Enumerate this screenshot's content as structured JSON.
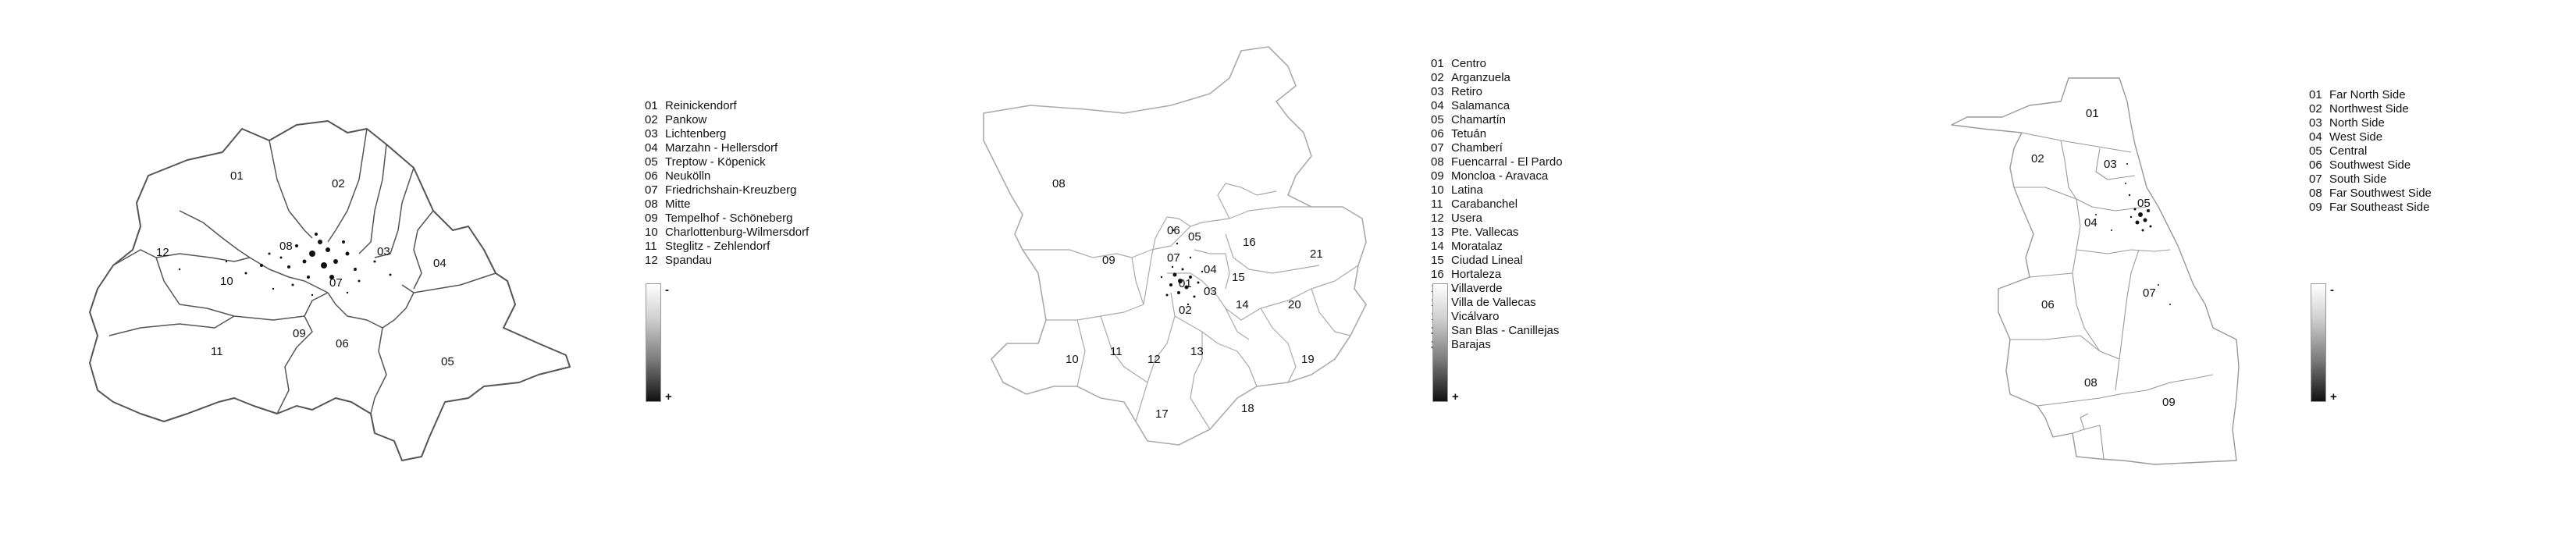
{
  "colors": {
    "berlin_boundary": "#555555",
    "madrid_boundary": "#aaaaaa",
    "chicago_boundary": "#999999",
    "density_high": "#111111",
    "density_low": "#ffffff"
  },
  "legend_scale": {
    "top_label": "-",
    "bottom_label": "+"
  },
  "berlin": {
    "districts": [
      {
        "code": "01",
        "name": "Reinickendorf"
      },
      {
        "code": "02",
        "name": "Pankow"
      },
      {
        "code": "03",
        "name": "Lichtenberg"
      },
      {
        "code": "04",
        "name": "Marzahn - Hellersdorf"
      },
      {
        "code": "05",
        "name": "Treptow - Köpenick"
      },
      {
        "code": "06",
        "name": "Neukölln"
      },
      {
        "code": "07",
        "name": "Friedrichshain-Kreuzberg"
      },
      {
        "code": "08",
        "name": "Mitte"
      },
      {
        "code": "09",
        "name": "Tempelhof - Schöneberg"
      },
      {
        "code": "10",
        "name": "Charlottenburg-Wilmersdorf"
      },
      {
        "code": "11",
        "name": "Steglitz - Zehlendorf"
      },
      {
        "code": "12",
        "name": "Spandau"
      }
    ]
  },
  "madrid": {
    "districts_col1": [
      {
        "code": "01",
        "name": "Centro"
      },
      {
        "code": "02",
        "name": "Arganzuela"
      },
      {
        "code": "03",
        "name": "Retiro"
      },
      {
        "code": "04",
        "name": "Salamanca"
      },
      {
        "code": "05",
        "name": "Chamartín"
      },
      {
        "code": "06",
        "name": "Tetuán"
      },
      {
        "code": "07",
        "name": "Chamberí"
      },
      {
        "code": "08",
        "name": "Fuencarral - El Pardo"
      },
      {
        "code": "09",
        "name": "Moncloa - Aravaca"
      },
      {
        "code": "10",
        "name": "Latina"
      },
      {
        "code": "11",
        "name": "Carabanchel"
      }
    ],
    "districts_col2": [
      {
        "code": "12",
        "name": "Usera"
      },
      {
        "code": "13",
        "name": "Pte. Vallecas"
      },
      {
        "code": "14",
        "name": "Moratalaz"
      },
      {
        "code": "15",
        "name": "Ciudad Lineal"
      },
      {
        "code": "16",
        "name": "Hortaleza"
      },
      {
        "code": "17",
        "name": "Villaverde"
      },
      {
        "code": "18",
        "name": "Villa de Vallecas"
      },
      {
        "code": "19",
        "name": "Vicálvaro"
      },
      {
        "code": "20",
        "name": "San Blas - Canillejas"
      },
      {
        "code": "21",
        "name": "Barajas"
      }
    ]
  },
  "chicago": {
    "districts": [
      {
        "code": "01",
        "name": "Far North Side"
      },
      {
        "code": "02",
        "name": "Northwest Side"
      },
      {
        "code": "03",
        "name": "North Side"
      },
      {
        "code": "04",
        "name": "West Side"
      },
      {
        "code": "05",
        "name": "Central"
      },
      {
        "code": "06",
        "name": "Southwest Side"
      },
      {
        "code": "07",
        "name": "South Side"
      },
      {
        "code": "08",
        "name": "Far Southwest Side"
      },
      {
        "code": "09",
        "name": "Far Southeast Side"
      }
    ]
  }
}
